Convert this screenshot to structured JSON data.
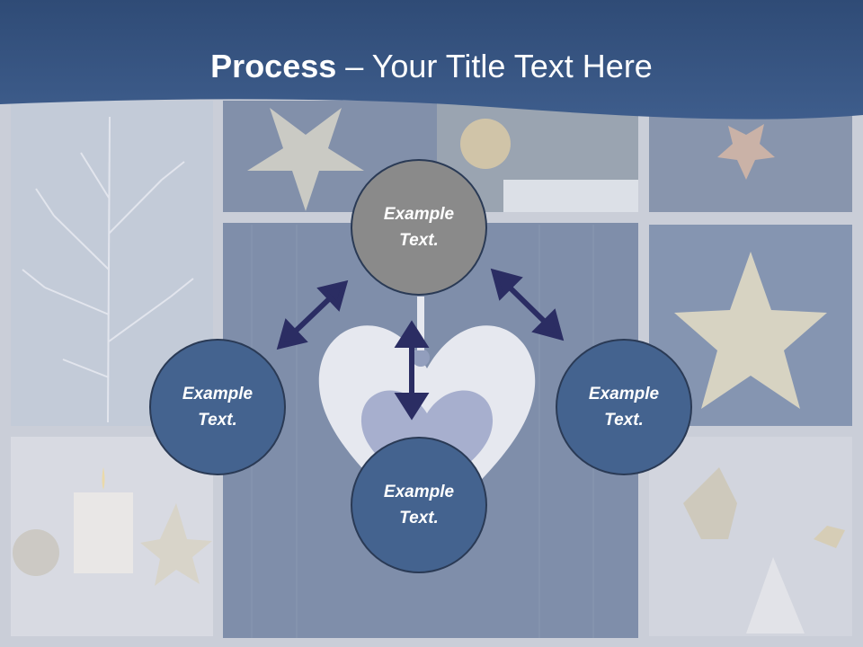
{
  "title": {
    "bold": "Process",
    "rest": " – Your Title Text Here"
  },
  "nodes": {
    "top": {
      "text": "Example Text.",
      "fill": "#8a8a8a"
    },
    "left": {
      "text": "Example Text.",
      "fill": "#44638f"
    },
    "right": {
      "text": "Example Text.",
      "fill": "#44638f"
    },
    "bottom": {
      "text": "Example Text.",
      "fill": "#44638f"
    }
  },
  "colors": {
    "header": "#3b5a86",
    "arrow": "#2b2d63",
    "node_border": "#2a3a55"
  }
}
